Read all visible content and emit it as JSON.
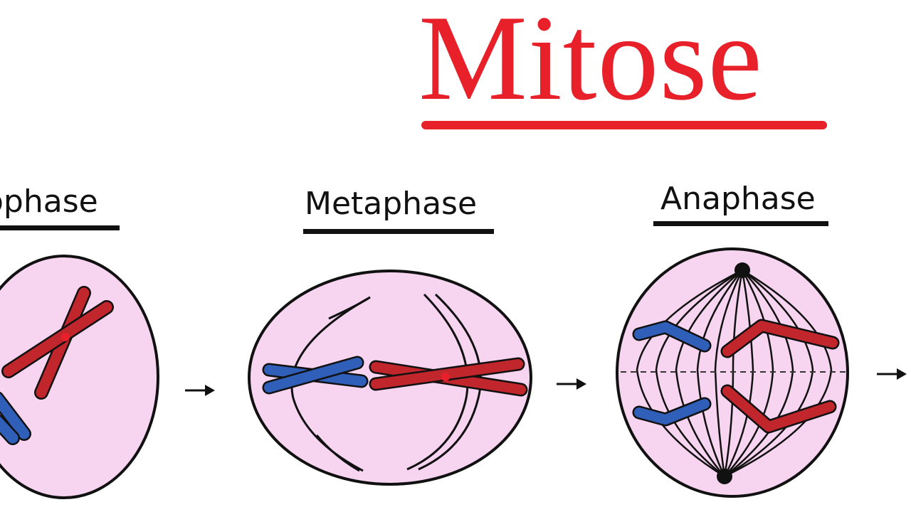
{
  "title": "Mitose",
  "phases": {
    "prophase": {
      "label": "ophase"
    },
    "metaphase": {
      "label": "Metaphase"
    },
    "anaphase": {
      "label": "Anaphase"
    }
  },
  "colors": {
    "title": "#e8202a",
    "cell_fill": "#f7d4f0",
    "cell_outline": "#111111",
    "chromosome_red": "#c0262c",
    "chromosome_blue": "#2f5fb8",
    "centromere": "#e8202a"
  },
  "icons": {
    "transition_arrow": "arrow-right-icon"
  }
}
